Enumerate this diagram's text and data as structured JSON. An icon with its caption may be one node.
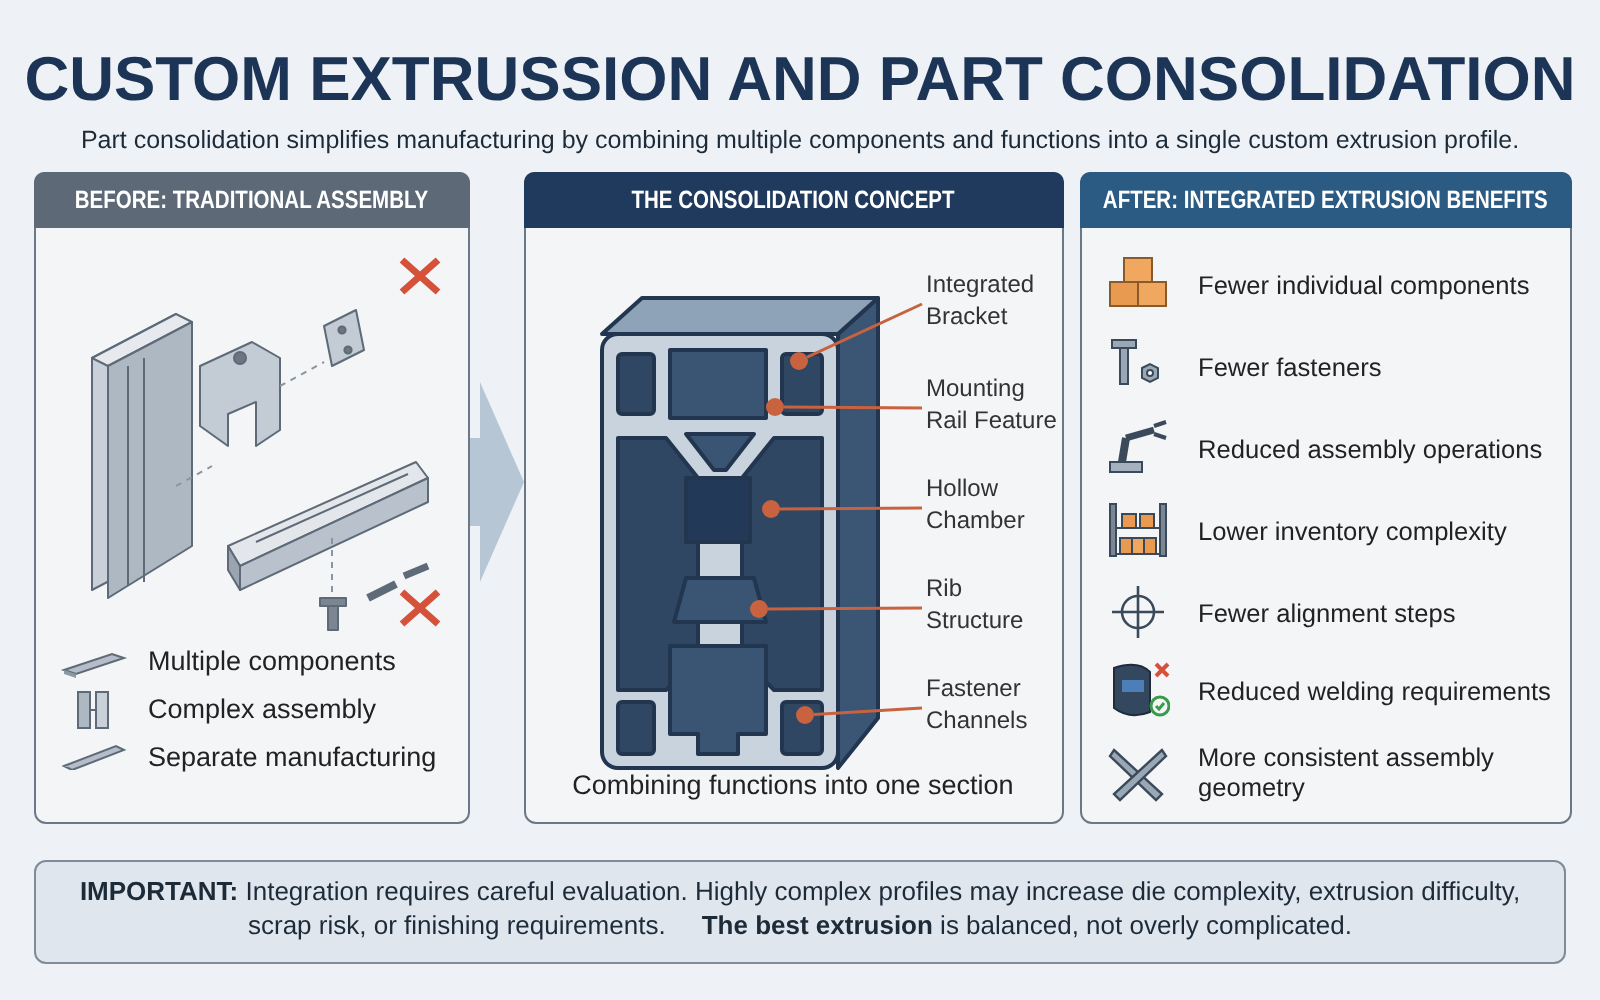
{
  "diagram": {
    "title": "CUSTOM EXTRUSSION AND PART CONSOLIDATION",
    "caption": "Part consolidation simplifies manufacturing by combining multiple components and functions into a single custom extrusion profile.",
    "nodes": [
      {
        "text": [
          "BEFORE: TRADITIONAL ASSEMBLY",
          "Multiple components",
          "Complex assembly",
          "Separate manufacturing"
        ]
      },
      {
        "text": [
          "THE CONSOLIDATION CONCEPT",
          "Combining functions into one section"
        ]
      },
      {
        "text": [],
        "shape": "picture",
        "in": 1
      },
      {
        "text": [],
        "shape": "circle",
        "in": 2
      },
      {
        "text": [],
        "shape": "circle",
        "in": 2
      },
      {
        "text": [],
        "shape": "circle",
        "in": 2
      },
      {
        "text": [],
        "shape": "circle",
        "in": 2
      },
      {
        "text": [],
        "shape": "circle",
        "in": 2
      },
      {
        "text": [
          "Integrated Bracket"
        ],
        "in": 1
      },
      {
        "text": [
          "Mounting Rail Feature"
        ],
        "in": 1
      },
      {
        "text": [
          "Hollow Chamber"
        ],
        "in": 1
      },
      {
        "text": [
          "Rib Structure"
        ],
        "in": 1
      },
      {
        "text": [
          "Fastener Channels"
        ],
        "in": 1
      },
      {
        "text": [
          "AFTER: INTEGRATED EXTRUSION BENEFITS",
          "Fewer individual components",
          "Fewer fasteners",
          "Reduced assembly operations",
          "Lower inventory complexity",
          "Fewer alignment steps",
          "Reduced welding requirements",
          "More consistent assembly geometry"
        ]
      },
      {
        "text": [
          "**IMPORTANT:** Integration requires careful evaluation. Highly complex profiles may increase die complexity, extrusion difficulty, scrap risk, or finishing requirements.     **The best extrusion** is balanced, not overly complicated."
        ]
      }
    ],
    "edges": [
      {
        "from": 0,
        "to": 1,
        "arrow": "to",
        "style": "thick",
        "color": "#b7c6d5"
      },
      {
        "from": 8,
        "to": 3,
        "arrow": "none"
      },
      {
        "from": 9,
        "to": 4,
        "arrow": "none"
      },
      {
        "from": 10,
        "to": 5,
        "arrow": "none"
      },
      {
        "from": 11,
        "to": 6,
        "arrow": "none"
      },
      {
        "from": 12,
        "to": 7,
        "arrow": "none"
      }
    ]
  }
}
